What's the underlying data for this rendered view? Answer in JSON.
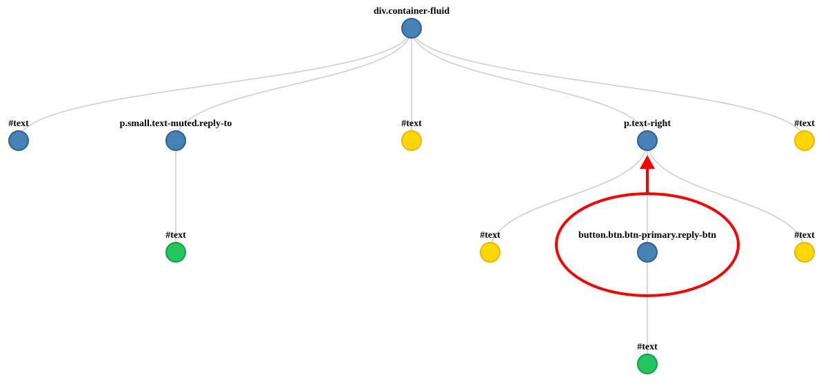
{
  "colors": {
    "element": "#4682b4",
    "element_stroke": "#2f5f8f",
    "whitespace_text": "#ffd700",
    "whitespace_text_stroke": "#f0b400",
    "content_text": "#22c55e",
    "content_text_stroke": "#149c45",
    "link": "#cccccc",
    "highlight": "#ff0000"
  },
  "tree": {
    "nodes": [
      {
        "id": "n0",
        "label": "div.container-fluid",
        "kind": "element"
      },
      {
        "id": "n1",
        "label": "#text",
        "kind": "element"
      },
      {
        "id": "n2",
        "label": "p.small.text-muted.reply-to",
        "kind": "element"
      },
      {
        "id": "n3",
        "label": "#text",
        "kind": "whitespace_text"
      },
      {
        "id": "n4",
        "label": "p.text-right",
        "kind": "element"
      },
      {
        "id": "n5",
        "label": "#text",
        "kind": "whitespace_text"
      },
      {
        "id": "n6",
        "label": "#text",
        "kind": "content_text"
      },
      {
        "id": "n7",
        "label": "#text",
        "kind": "whitespace_text"
      },
      {
        "id": "n8",
        "label": "button.btn.btn-primary.reply-btn",
        "kind": "element"
      },
      {
        "id": "n9",
        "label": "#text",
        "kind": "whitespace_text"
      },
      {
        "id": "n10",
        "label": "#text",
        "kind": "content_text"
      }
    ],
    "edges": [
      [
        "n0",
        "n1"
      ],
      [
        "n0",
        "n2"
      ],
      [
        "n0",
        "n3"
      ],
      [
        "n0",
        "n4"
      ],
      [
        "n0",
        "n5"
      ],
      [
        "n2",
        "n6"
      ],
      [
        "n4",
        "n7"
      ],
      [
        "n4",
        "n8"
      ],
      [
        "n4",
        "n9"
      ],
      [
        "n8",
        "n10"
      ]
    ]
  },
  "annotation": {
    "highlighted_node": "n8",
    "arrow_target": "n4",
    "shape": "ellipse-with-arrow"
  }
}
